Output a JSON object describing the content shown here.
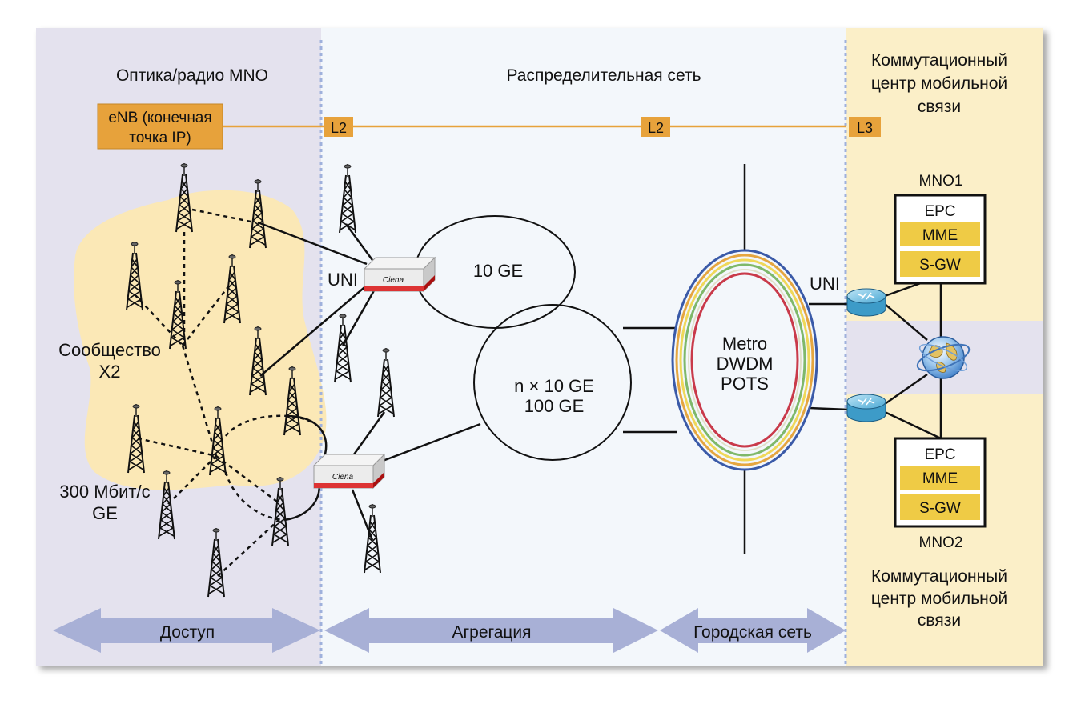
{
  "sections": {
    "access_title": "Оптика/радио MNO",
    "distribution_title": "Распределительная сеть",
    "msc_title_top": [
      "Коммутационный",
      "центр мобильной",
      "связи"
    ],
    "msc_title_bottom": [
      "Коммутационный",
      "центр мобильной",
      "связи"
    ]
  },
  "enb": {
    "lines": [
      "eNB (конечная",
      "точка IP)"
    ]
  },
  "layer_tags": [
    "L2",
    "L2",
    "L3"
  ],
  "access_labels": {
    "community": [
      "Сообщество",
      "X2"
    ],
    "speed": [
      "300 Мбит/с",
      "GE"
    ]
  },
  "uni_labels": [
    "UNI",
    "UNI"
  ],
  "rings": {
    "ring_10ge": "10 GE",
    "ring_nx10": [
      "n × 10 GE",
      "100 GE"
    ],
    "metro": [
      "Metro",
      "DWDM",
      "POTS"
    ]
  },
  "device_label": "Ciena",
  "mno": [
    {
      "name": "MNO1",
      "stack": [
        "EPC",
        "MME",
        "S-GW"
      ]
    },
    {
      "name": "MNO2",
      "stack": [
        "EPC",
        "MME",
        "S-GW"
      ]
    }
  ],
  "bottom_arrows": [
    "Доступ",
    "Агрегация",
    "Городская сеть"
  ],
  "colors": {
    "access_bg": "#e4e2ee",
    "distribution_bg": "#f3f7fb",
    "msc_bg": "#fbefc8",
    "cloud": "#fbe8b6",
    "orange": "#e7a23b",
    "epc_yellow": "#efcb45",
    "arrow": "#a8b0d6",
    "divider": "#9fb1dc",
    "router": "#3d9bc8"
  },
  "icons": [
    "cell-tower-icon",
    "ciena-switch-icon",
    "router-icon",
    "globe-icon"
  ]
}
